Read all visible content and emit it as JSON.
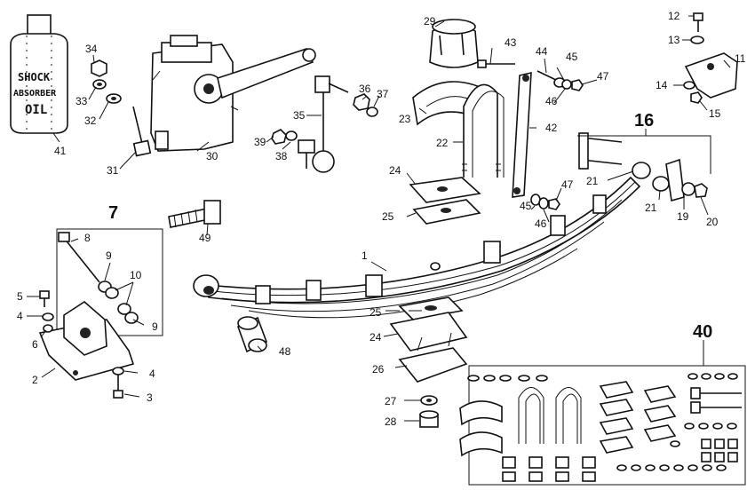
{
  "bottle": {
    "line1": "SHOCK",
    "line2": "ABSORBER",
    "line3": "OIL"
  },
  "callouts": {
    "c1": "1",
    "c2": "2",
    "c3": "3",
    "c4a": "4",
    "c4b": "4",
    "c5": "5",
    "c6": "6",
    "c7": "7",
    "c8": "8",
    "c9a": "9",
    "c9b": "9",
    "c10": "10",
    "c11": "11",
    "c12": "12",
    "c13": "13",
    "c14": "14",
    "c15": "15",
    "c16": "16",
    "c19": "19",
    "c20": "20",
    "c21a": "21",
    "c21b": "21",
    "c22": "22",
    "c23": "23",
    "c24a": "24",
    "c24b": "24",
    "c25a": "25",
    "c25b": "25",
    "c26": "26",
    "c27": "27",
    "c28": "28",
    "c29": "29",
    "c30": "30",
    "c31": "31",
    "c32": "32",
    "c33": "33",
    "c34": "34",
    "c35": "35",
    "c36": "36",
    "c37": "37",
    "c38": "38",
    "c39": "39",
    "c40": "40",
    "c41": "41",
    "c42": "42",
    "c43": "43",
    "c44": "44",
    "c45a": "45",
    "c45b": "45",
    "c46a": "46",
    "c46b": "46",
    "c47a": "47",
    "c47b": "47",
    "c48": "48",
    "c49": "49"
  }
}
